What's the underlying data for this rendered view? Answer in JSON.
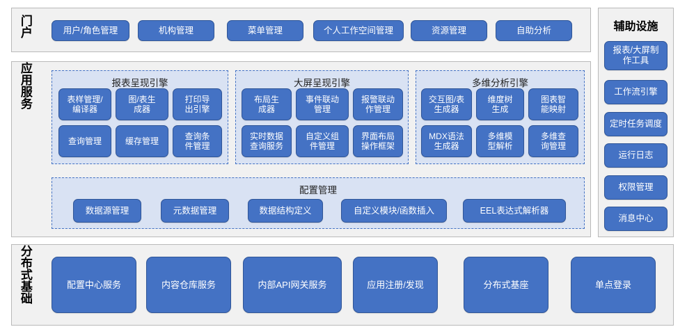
{
  "diagram": {
    "title_portal": "门户",
    "title_app": "应用服务",
    "title_infra": "分布式基础",
    "title_aux": "辅助设施",
    "accent_blue": "#4472c4",
    "accent_border": "#2f5597",
    "group_bg": "#d9e2f3",
    "panel_bg": "#f1f1f1"
  },
  "portal": {
    "label": "门户",
    "buttons": [
      {
        "label": "用户/角色管理"
      },
      {
        "label": "机构管理"
      },
      {
        "label": "菜单管理"
      },
      {
        "label": "个人工作空间管理"
      },
      {
        "label": "资源管理"
      },
      {
        "label": "自助分析"
      }
    ]
  },
  "app_service": {
    "label": "应用服务",
    "groups": [
      {
        "title": "报表呈现引擎",
        "items": [
          {
            "label": "表样管理/\n编译器"
          },
          {
            "label": "图/表生\n成器"
          },
          {
            "label": "打印导\n出引擎"
          },
          {
            "label": "查询管理"
          },
          {
            "label": "缓存管理"
          },
          {
            "label": "查询条\n件管理"
          }
        ]
      },
      {
        "title": "大屏呈现引擎",
        "items": [
          {
            "label": "布局生\n成器"
          },
          {
            "label": "事件联动\n管理"
          },
          {
            "label": "报警联动\n作管理"
          },
          {
            "label": "实时数据\n查询服务"
          },
          {
            "label": "自定义组\n件管理"
          },
          {
            "label": "界面布局\n操作框架"
          }
        ]
      },
      {
        "title": "多维分析引擎",
        "items": [
          {
            "label": "交互图/表\n生成器"
          },
          {
            "label": "维度树\n生成"
          },
          {
            "label": "图表智\n能映射"
          },
          {
            "label": "MDX语法\n生成器"
          },
          {
            "label": "多维模\n型解析"
          },
          {
            "label": "多维查\n询管理"
          }
        ]
      }
    ],
    "config_group": {
      "title": "配置管理",
      "items": [
        {
          "label": "数据源管理"
        },
        {
          "label": "元数据管理"
        },
        {
          "label": "数据结构定义"
        },
        {
          "label": "自定义模块/函数插入"
        },
        {
          "label": "EEL表达式解析器"
        }
      ]
    }
  },
  "infrastructure": {
    "label": "分布式基础",
    "buttons": [
      {
        "label": "配置中心服务"
      },
      {
        "label": "内容仓库服务"
      },
      {
        "label": "内部API网关服务"
      },
      {
        "label": "应用注册/发现"
      },
      {
        "label": "分布式基座"
      },
      {
        "label": "单点登录"
      }
    ]
  },
  "aux": {
    "title": "辅助设施",
    "buttons": [
      {
        "label": "报表/大屏制\n作工具"
      },
      {
        "label": "工作流引擎"
      },
      {
        "label": "定时任务调度"
      },
      {
        "label": "运行日志"
      },
      {
        "label": "权限管理"
      },
      {
        "label": "消息中心"
      }
    ]
  }
}
